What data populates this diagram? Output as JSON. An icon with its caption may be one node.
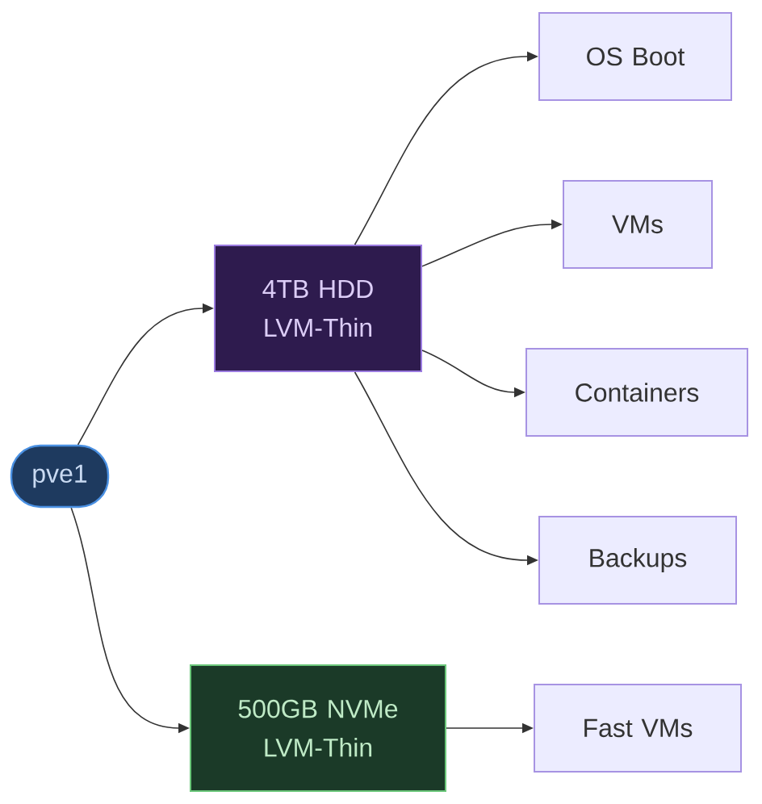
{
  "diagram": {
    "nodes": [
      {
        "text": [
          "pve1"
        ]
      },
      {
        "text": [
          "4TB HDD LVM-Thin"
        ]
      },
      {
        "text": [
          "500GB NVMe LVM-Thin"
        ]
      },
      {
        "text": [
          "OS Boot"
        ]
      },
      {
        "text": [
          "VMs"
        ]
      },
      {
        "text": [
          "Containers"
        ]
      },
      {
        "text": [
          "Backups"
        ]
      },
      {
        "text": [
          "Fast VMs"
        ]
      }
    ],
    "edges": [
      {
        "from": 0,
        "to": 1,
        "arrow": "to"
      },
      {
        "from": 0,
        "to": 2,
        "arrow": "to"
      },
      {
        "from": 1,
        "to": 3,
        "arrow": "to"
      },
      {
        "from": 1,
        "to": 4,
        "arrow": "to"
      },
      {
        "from": 1,
        "to": 5,
        "arrow": "to"
      },
      {
        "from": 1,
        "to": 6,
        "arrow": "to"
      },
      {
        "from": 2,
        "to": 7,
        "arrow": "to"
      }
    ]
  }
}
